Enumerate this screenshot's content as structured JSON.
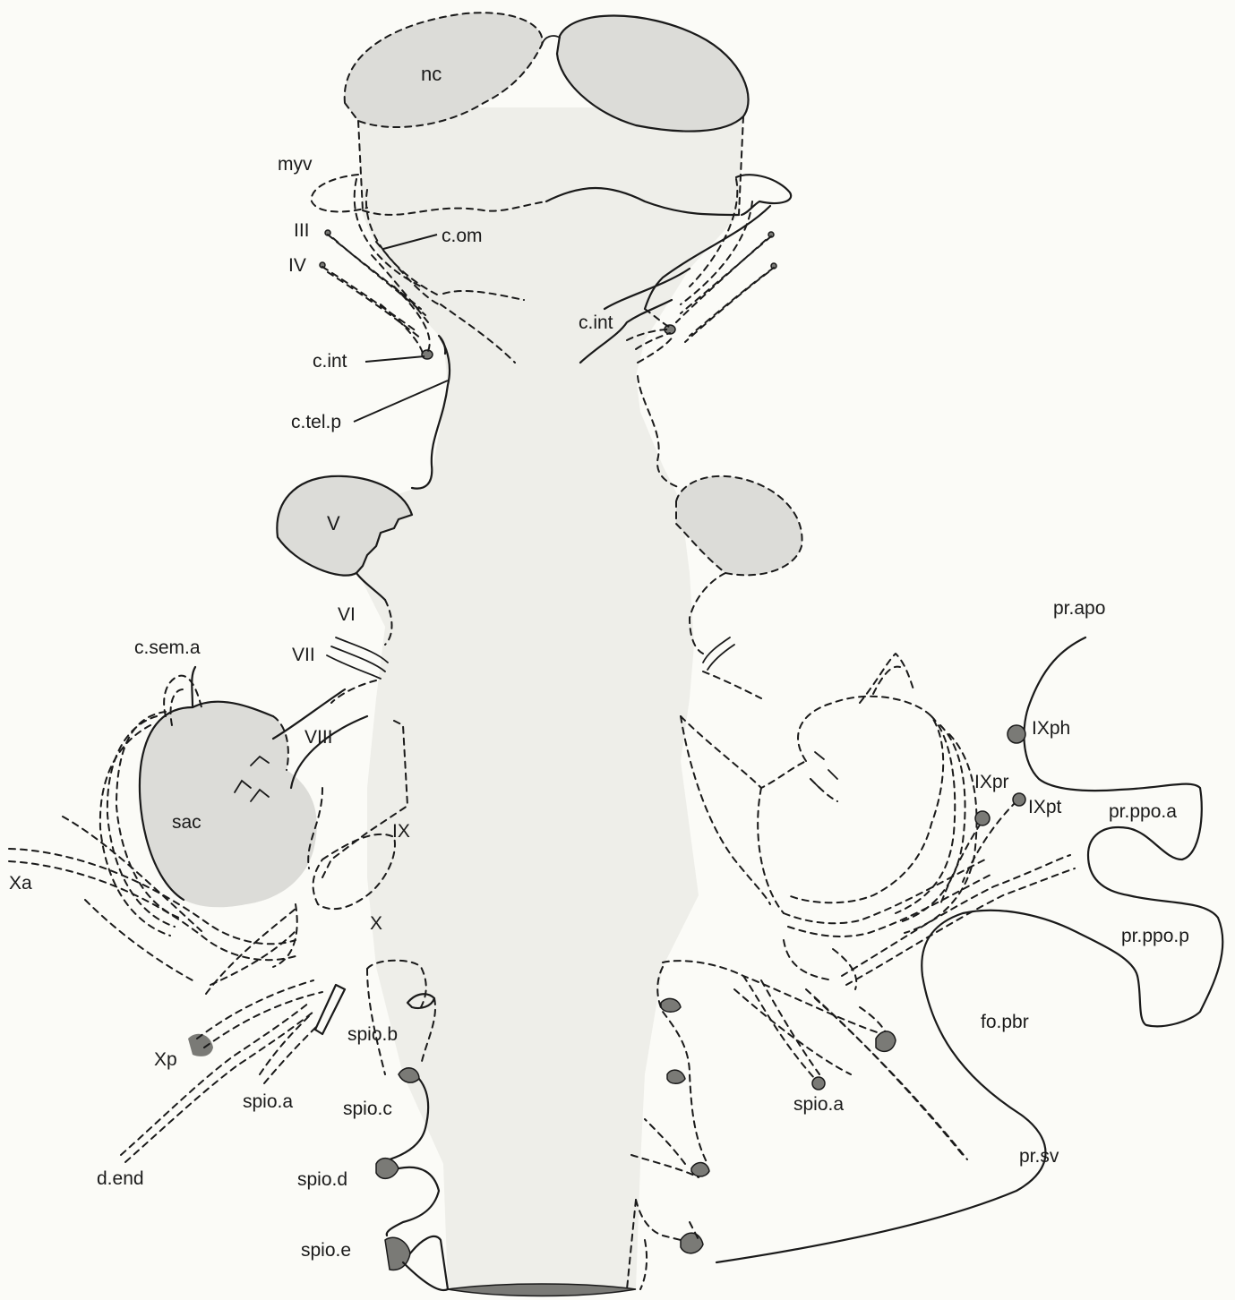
{
  "labels": {
    "nc": "nc",
    "myv": "myv",
    "iii": "III",
    "iv": "IV",
    "c_om": "c.om",
    "c_int_left": "c.int",
    "c_int_right": "c.int",
    "c_tel_p": "c.tel.p",
    "v": "V",
    "vi": "VI",
    "vii": "VII",
    "viii": "VIII",
    "c_sem_a": "c.sem.a",
    "sac": "sac",
    "ix": "IX",
    "x": "X",
    "xa": "Xa",
    "xp": "Xp",
    "spio_a_left": "spio.a",
    "spio_a_right": "spio.a",
    "spio_b": "spio.b",
    "spio_c": "spio.c",
    "spio_d": "spio.d",
    "spio_e": "spio.e",
    "d_end": "d.end",
    "pr_apo": "pr.apo",
    "ixph": "IXph",
    "ixpr": "IXpr",
    "ixpt": "IXpt",
    "pr_ppo_a": "pr.ppo.a",
    "pr_ppo_p": "pr.ppo.p",
    "fo_pbr": "fo.pbr",
    "pr_sv": "pr.sv"
  },
  "colors": {
    "background": "#fbfbf7",
    "structure_fill": "#dcdcd8",
    "body_fill": "#eeeee9",
    "ink": "#1a1a1a"
  }
}
